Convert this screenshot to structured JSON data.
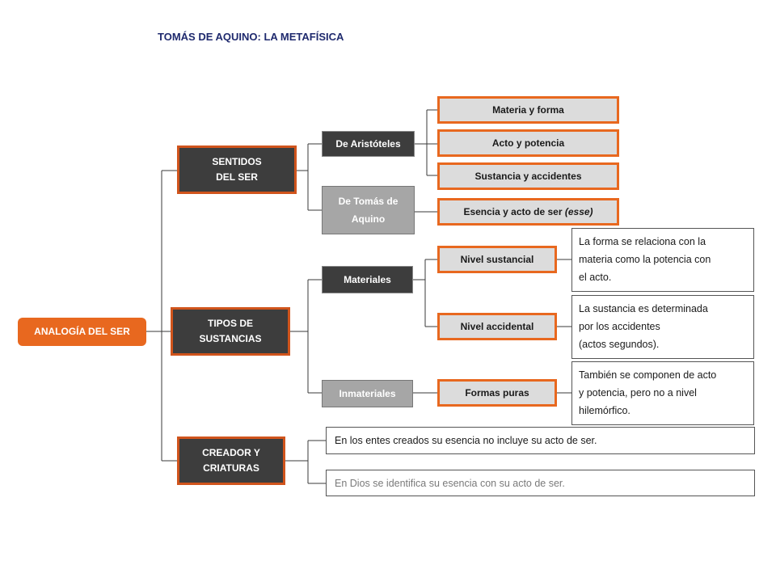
{
  "title": "TOMÁS DE AQUINO: LA METAFÍSICA",
  "root": "ANALOGÍA DEL SER",
  "branches": {
    "sentidos": "SENTIDOS\nDEL SER",
    "tipos": "TIPOS DE\nSUSTANCIAS",
    "creador": "CREADOR Y\nCRIATURAS"
  },
  "sentidos": {
    "aristoteles": "De Aristóteles",
    "tomas": "De Tomás de\nAquino",
    "aristoteles_items": [
      "Materia y forma",
      "Acto y potencia",
      "Sustancia y accidentes"
    ],
    "tomas_item_main": "Esencia y acto de ser",
    "tomas_item_italic": "(esse)"
  },
  "tipos": {
    "materiales": "Materiales",
    "inmateriales": "Inmateriales",
    "nivel_sustancial": "Nivel sustancial",
    "nivel_accidental": "Nivel accidental",
    "formas_puras": "Formas puras",
    "nota_sustancial": "La forma se relaciona con la\nmateria como la potencia con\nel acto.",
    "nota_accidental": "La sustancia es determinada\npor los accidentes\n(actos segundos).",
    "nota_formas": "También se componen de acto\ny potencia, pero no a nivel\nhilemórfico."
  },
  "creador": {
    "entes": "En los entes creados su esencia no incluye su acto de ser.",
    "dios": "En Dios se identifica su esencia con su acto de ser."
  },
  "colors": {
    "accent": "#e8681f",
    "dark": "#3d3d3d",
    "grey": "#a6a6a6",
    "title": "#1f2a6e"
  }
}
